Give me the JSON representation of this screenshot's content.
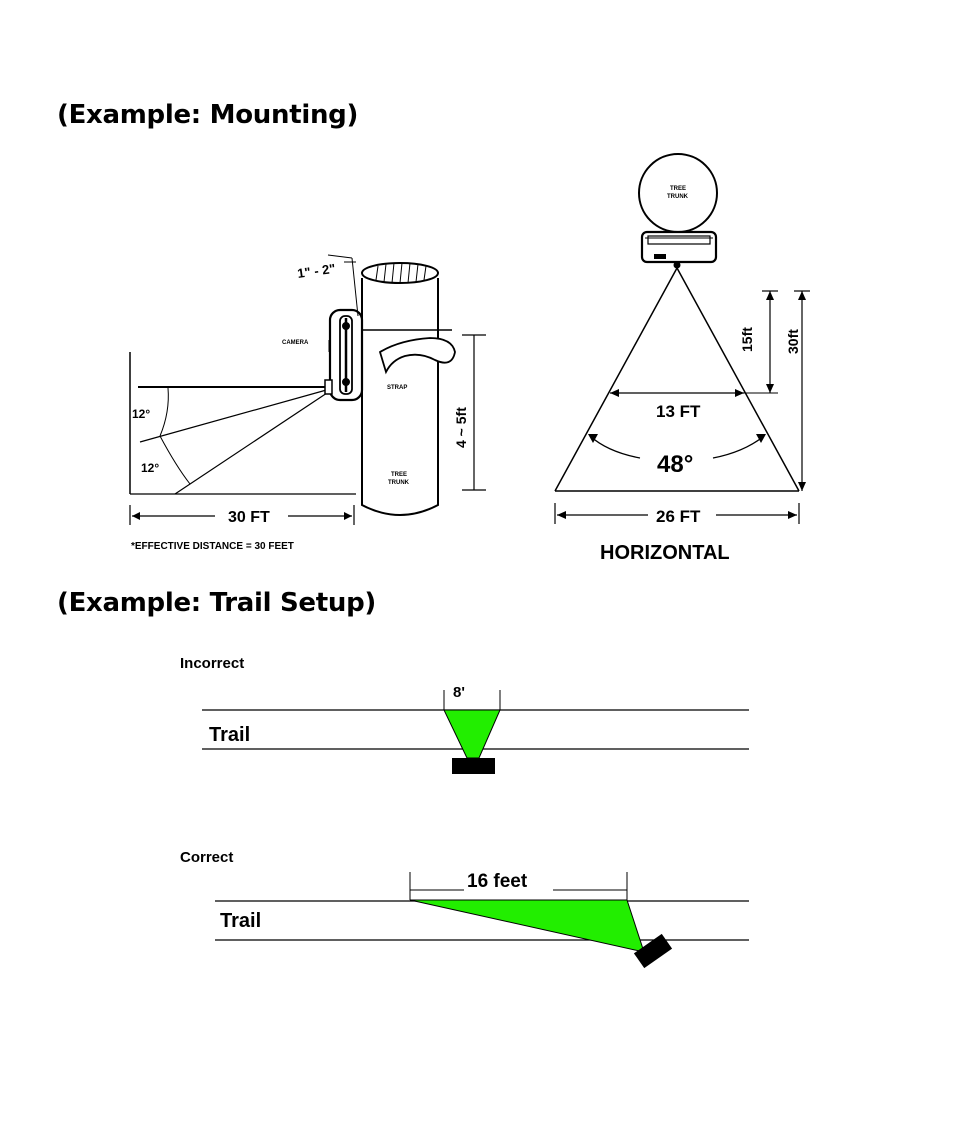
{
  "headings": {
    "mounting": "(Example: Mounting)",
    "trail_setup": "(Example: Trail Setup)"
  },
  "side_view": {
    "gap_label": "1\" - 2\"",
    "camera_label": "CAMERA",
    "strap_label": "STRAP",
    "tree_trunk_line1": "TREE",
    "tree_trunk_line2": "TRUNK",
    "height_label": "4 ~ 5ft",
    "angle_upper": "12°",
    "angle_lower": "12°",
    "distance_label": "30 FT",
    "note": "*EFFECTIVE DISTANCE = 30 FEET"
  },
  "top_view": {
    "tree_trunk_line1": "TREE",
    "tree_trunk_line2": "TRUNK",
    "mid_distance": "15ft",
    "far_distance": "30ft",
    "mid_width": "13 FT",
    "angle": "48°",
    "far_width": "26 FT",
    "caption": "HORIZONTAL"
  },
  "trail_incorrect": {
    "label": "Incorrect",
    "angle": "8'",
    "trail": "Trail"
  },
  "trail_correct": {
    "label": "Correct",
    "distance": "16 feet",
    "trail": "Trail"
  },
  "colors": {
    "detection_zone": "#22ee00",
    "line": "#000000"
  }
}
